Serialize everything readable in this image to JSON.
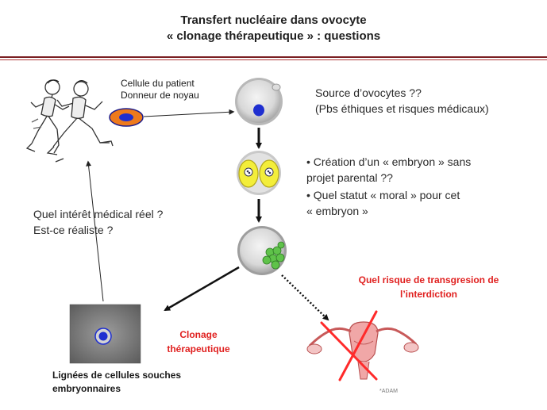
{
  "header": {
    "title_line1": "Transfert nucléaire dans ovocyte",
    "title_line2": "« clonage thérapeutique » : questions"
  },
  "labels": {
    "patient_cell_line1": "Cellule du patient",
    "patient_cell_line2": "Donneur de noyau",
    "oocyte_source_line1": "Source d’ovocytes ??",
    "oocyte_source_line2": "(Pbs éthiques et risques médicaux)",
    "embryo_q1_line1": "• Création d’un « embryon » sans",
    "embryo_q1_line2": "projet parental ??",
    "embryo_q2_line1": "• Quel statut « moral » pour cet",
    "embryo_q2_line2": "« embryon »",
    "medical_q_line1": "Quel intérêt médical réel ?",
    "medical_q_line2": "Est-ce réaliste ?",
    "transgression_line1": "Quel risque de transgresion de",
    "transgression_line2": "l’interdiction",
    "clonage_line1": "Clonage",
    "clonage_line2": "thérapeutique",
    "stem_cells_line1": "Lignées de cellules souches",
    "stem_cells_line2": "embryonnaires",
    "adam_mark": "*ADAM"
  },
  "colors": {
    "title_rule": "#7a1f22",
    "question_red": "#e0201f",
    "nucleus_blue": "#1f2fd0",
    "two_cell_yellow": "#f3ee3a",
    "blastocyst_green": "#5fc24a",
    "donor_cell_orange": "#ee7a1c"
  },
  "icons": {
    "runners": "runners-illustration",
    "uterus": "uterus-illustration",
    "cross": "red-cross-icon"
  }
}
